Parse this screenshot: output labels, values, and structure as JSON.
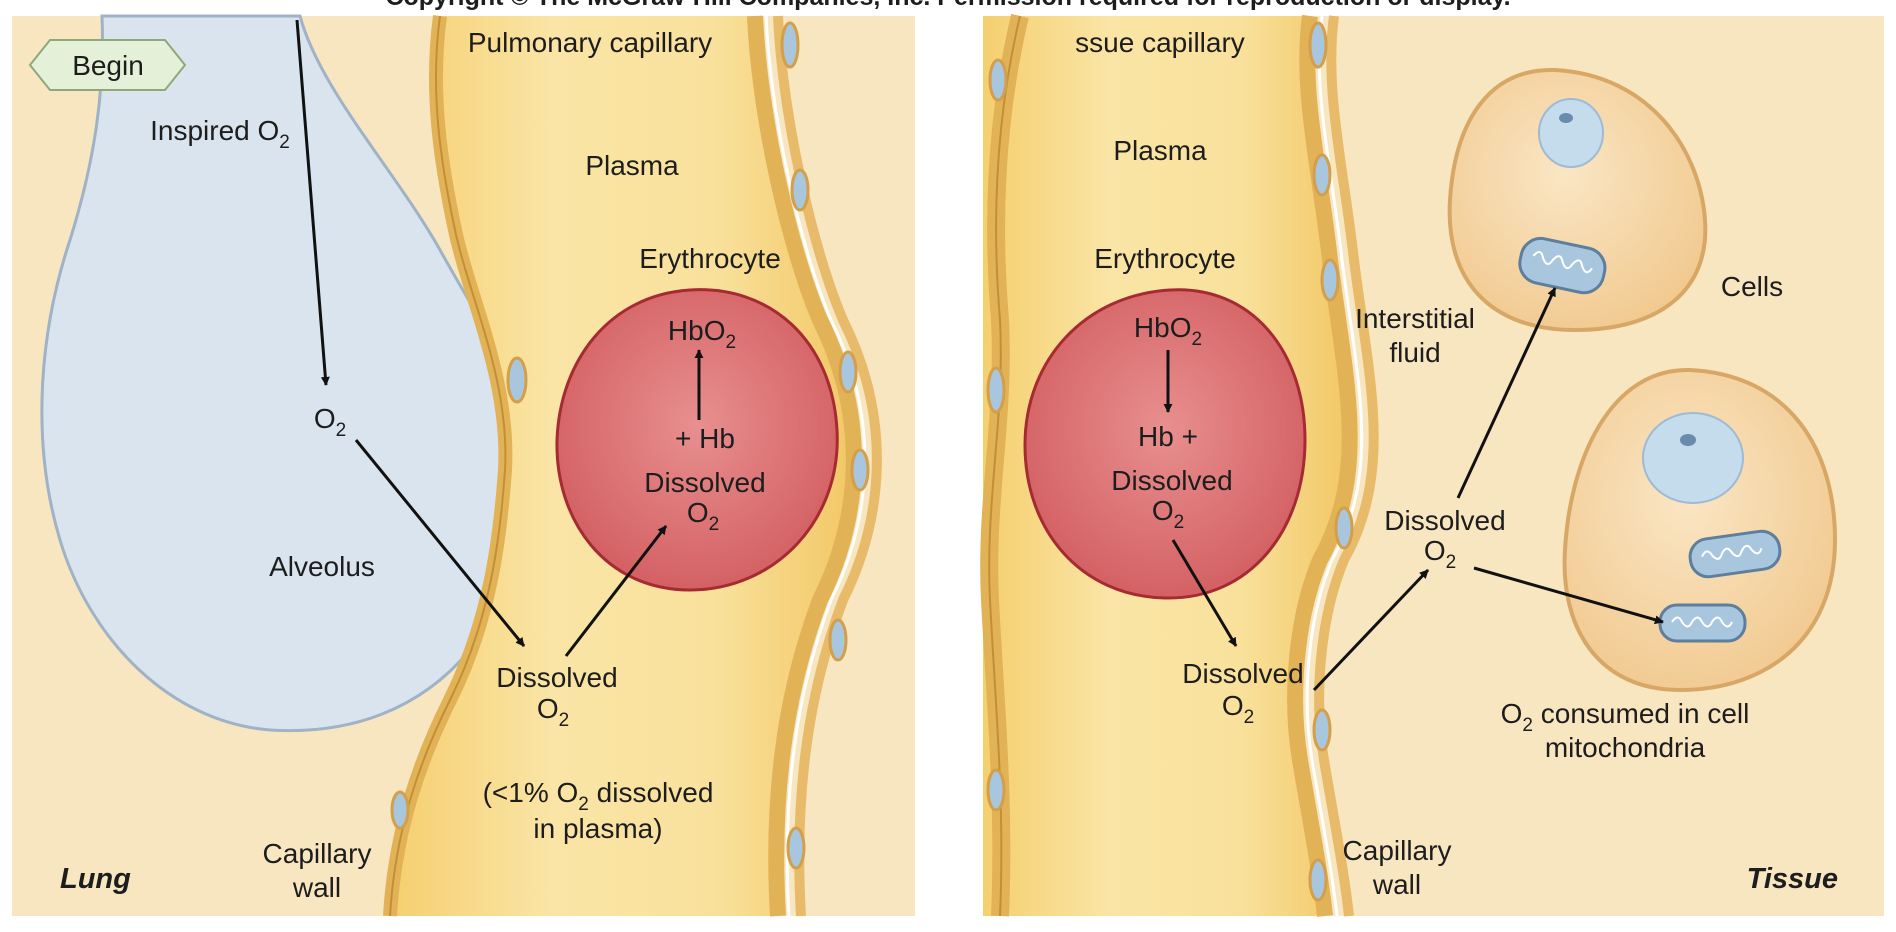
{
  "copyright": "Copyright © The McGraw-Hill Companies, Inc. Permission required for reproduction or display.",
  "begin_button": "Begin",
  "left_panel": {
    "region_label": "Lung",
    "pulmonary_capillary": "Pulmonary capillary",
    "inspired": "Inspired O",
    "inspired_sub": "2",
    "o2": "O",
    "o2_sub": "2",
    "alveolus": "Alveolus",
    "plasma": "Plasma",
    "erythrocyte": "Erythrocyte",
    "hbo2": "HbO",
    "hbo2_sub": "2",
    "plus_hb": "+ Hb",
    "dissolved_rbc": "Dissolved",
    "dissolved_rbc_o2": "O",
    "dissolved_rbc_o2_sub": "2",
    "dissolved_plasma": "Dissolved",
    "dissolved_plasma_o2": "O",
    "dissolved_plasma_o2_sub": "2",
    "note_line1_a": "(<1% O",
    "note_line1_sub": "2",
    "note_line1_b": " dissolved",
    "note_line2": "in plasma)",
    "capillary_wall_1": "Capillary",
    "capillary_wall_2": "wall"
  },
  "right_panel": {
    "region_label": "Tissue",
    "tissue_capillary": "ssue capillary",
    "plasma": "Plasma",
    "erythrocyte": "Erythrocyte",
    "hbo2": "HbO",
    "hbo2_sub": "2",
    "hb_plus": "Hb +",
    "dissolved_rbc": "Dissolved",
    "dissolved_rbc_o2": "O",
    "dissolved_rbc_o2_sub": "2",
    "dissolved_plasma": "Dissolved",
    "dissolved_plasma_o2": "O",
    "dissolved_plasma_o2_sub": "2",
    "interstitial_1": "Interstitial",
    "interstitial_2": "fluid",
    "dissolved_int": "Dissolved",
    "dissolved_int_o2": "O",
    "dissolved_int_o2_sub": "2",
    "cells": "Cells",
    "consumed_a": "O",
    "consumed_sub": "2",
    "consumed_b": " consumed in cell",
    "consumed_line2": "mitochondria",
    "capillary_wall_1": "Capillary",
    "capillary_wall_2": "wall"
  },
  "colors": {
    "background": "#f7e6c0",
    "capillary": "#f8dc8e",
    "alveolus": "#d9e4ef",
    "erythrocyte": "#dc7474",
    "cell": "#f6d7a6",
    "nucleus": "#c5dced"
  }
}
